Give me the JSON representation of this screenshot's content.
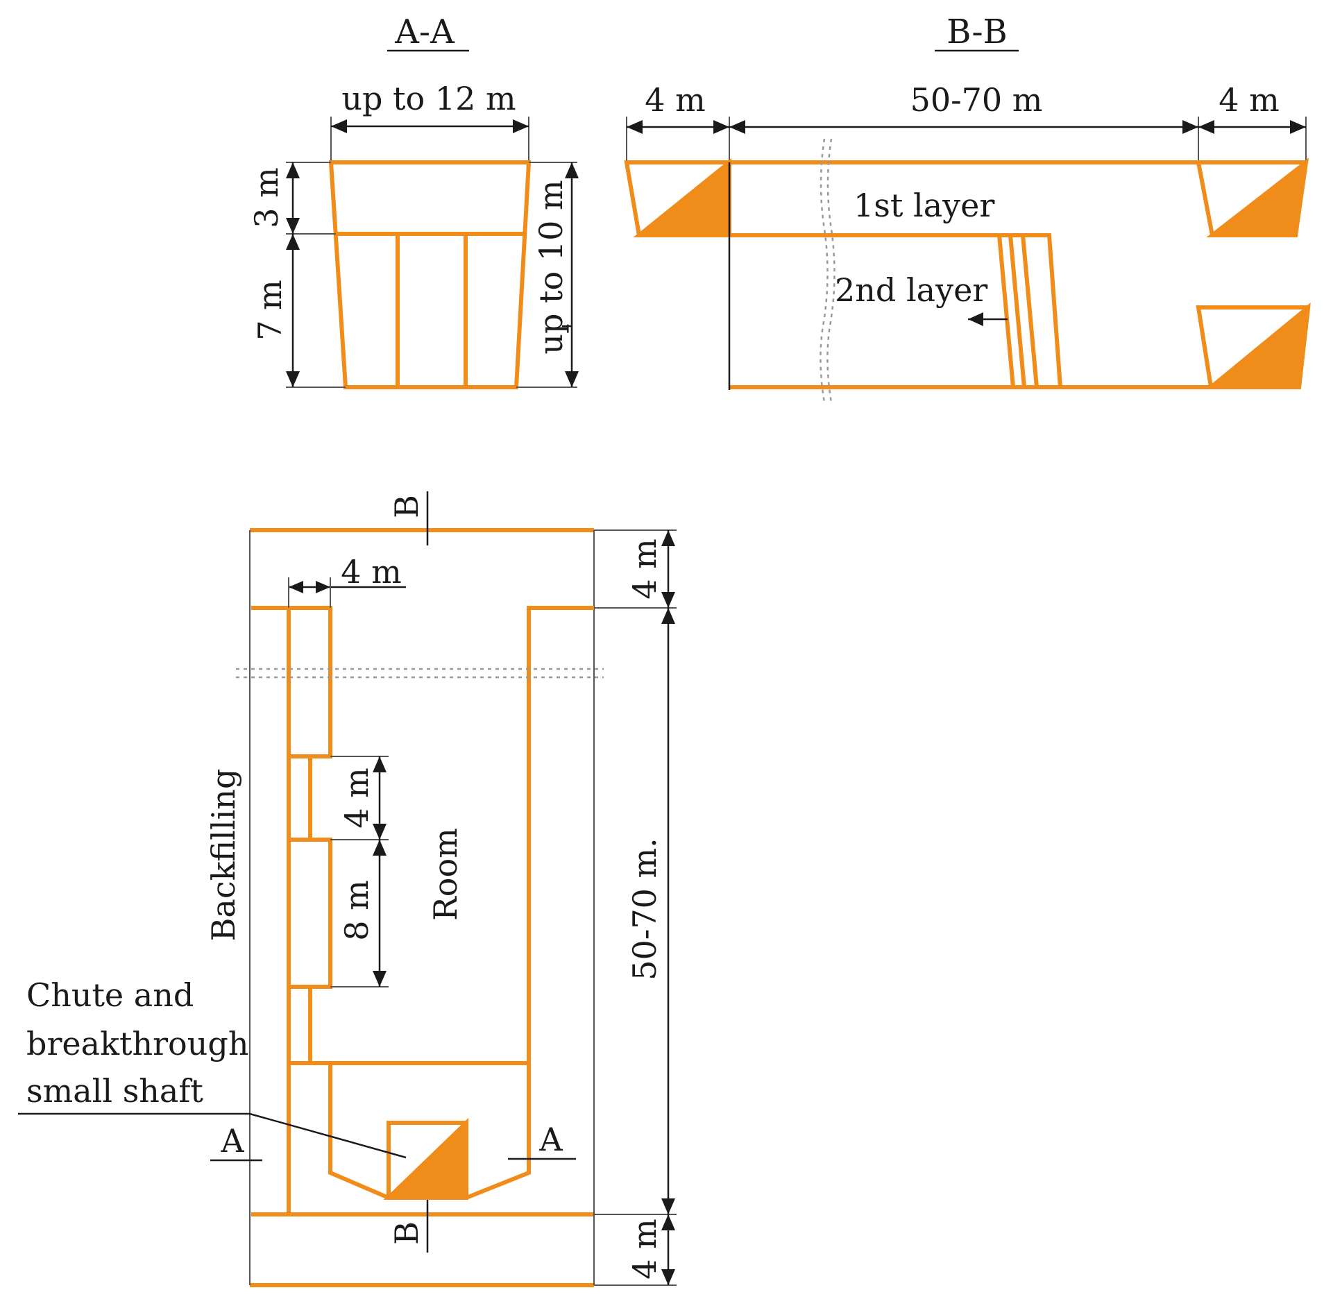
{
  "section_titles": {
    "aa": "A-A",
    "bb": "B-B"
  },
  "dimensions": {
    "aa_width": "up to 12 m",
    "aa_top_height": "3 m",
    "aa_bottom_height": "7 m",
    "aa_total_height": "up to 10 m",
    "bb_left": "4 m",
    "bb_middle": "50-70 m",
    "bb_right": "4 m",
    "plan_top": "4 m",
    "plan_length": "50-70 m.",
    "plan_bottom": "4 m",
    "plan_pillar_width": "4 m",
    "plan_gap": "4 m",
    "plan_pillar_length": "8 m"
  },
  "labels": {
    "first_layer": "1st layer",
    "second_layer": "2nd layer",
    "backfilling": "Backfilling",
    "room": "Room",
    "chute_line1": "Chute and",
    "chute_line2": "breakthrough",
    "chute_line3": "small shaft",
    "section_a_left": "A",
    "section_a_right": "A",
    "section_b_top": "B",
    "section_b_bottom": "B"
  },
  "colors": {
    "outline": "#f08c1a",
    "fill": "#f08c1a",
    "dimension_line": "#1a1a1a"
  }
}
